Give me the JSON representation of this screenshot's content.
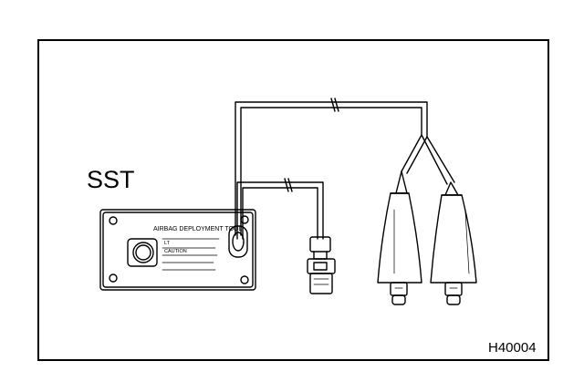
{
  "labels": {
    "tool_name": "SST",
    "figure_code": "H40004",
    "panel_title": "AIRBAG DEPLOYMENT TOOL",
    "panel_line1": "LT",
    "panel_line2": "CAUTION"
  },
  "colors": {
    "line": "#000000",
    "background": "#ffffff"
  }
}
